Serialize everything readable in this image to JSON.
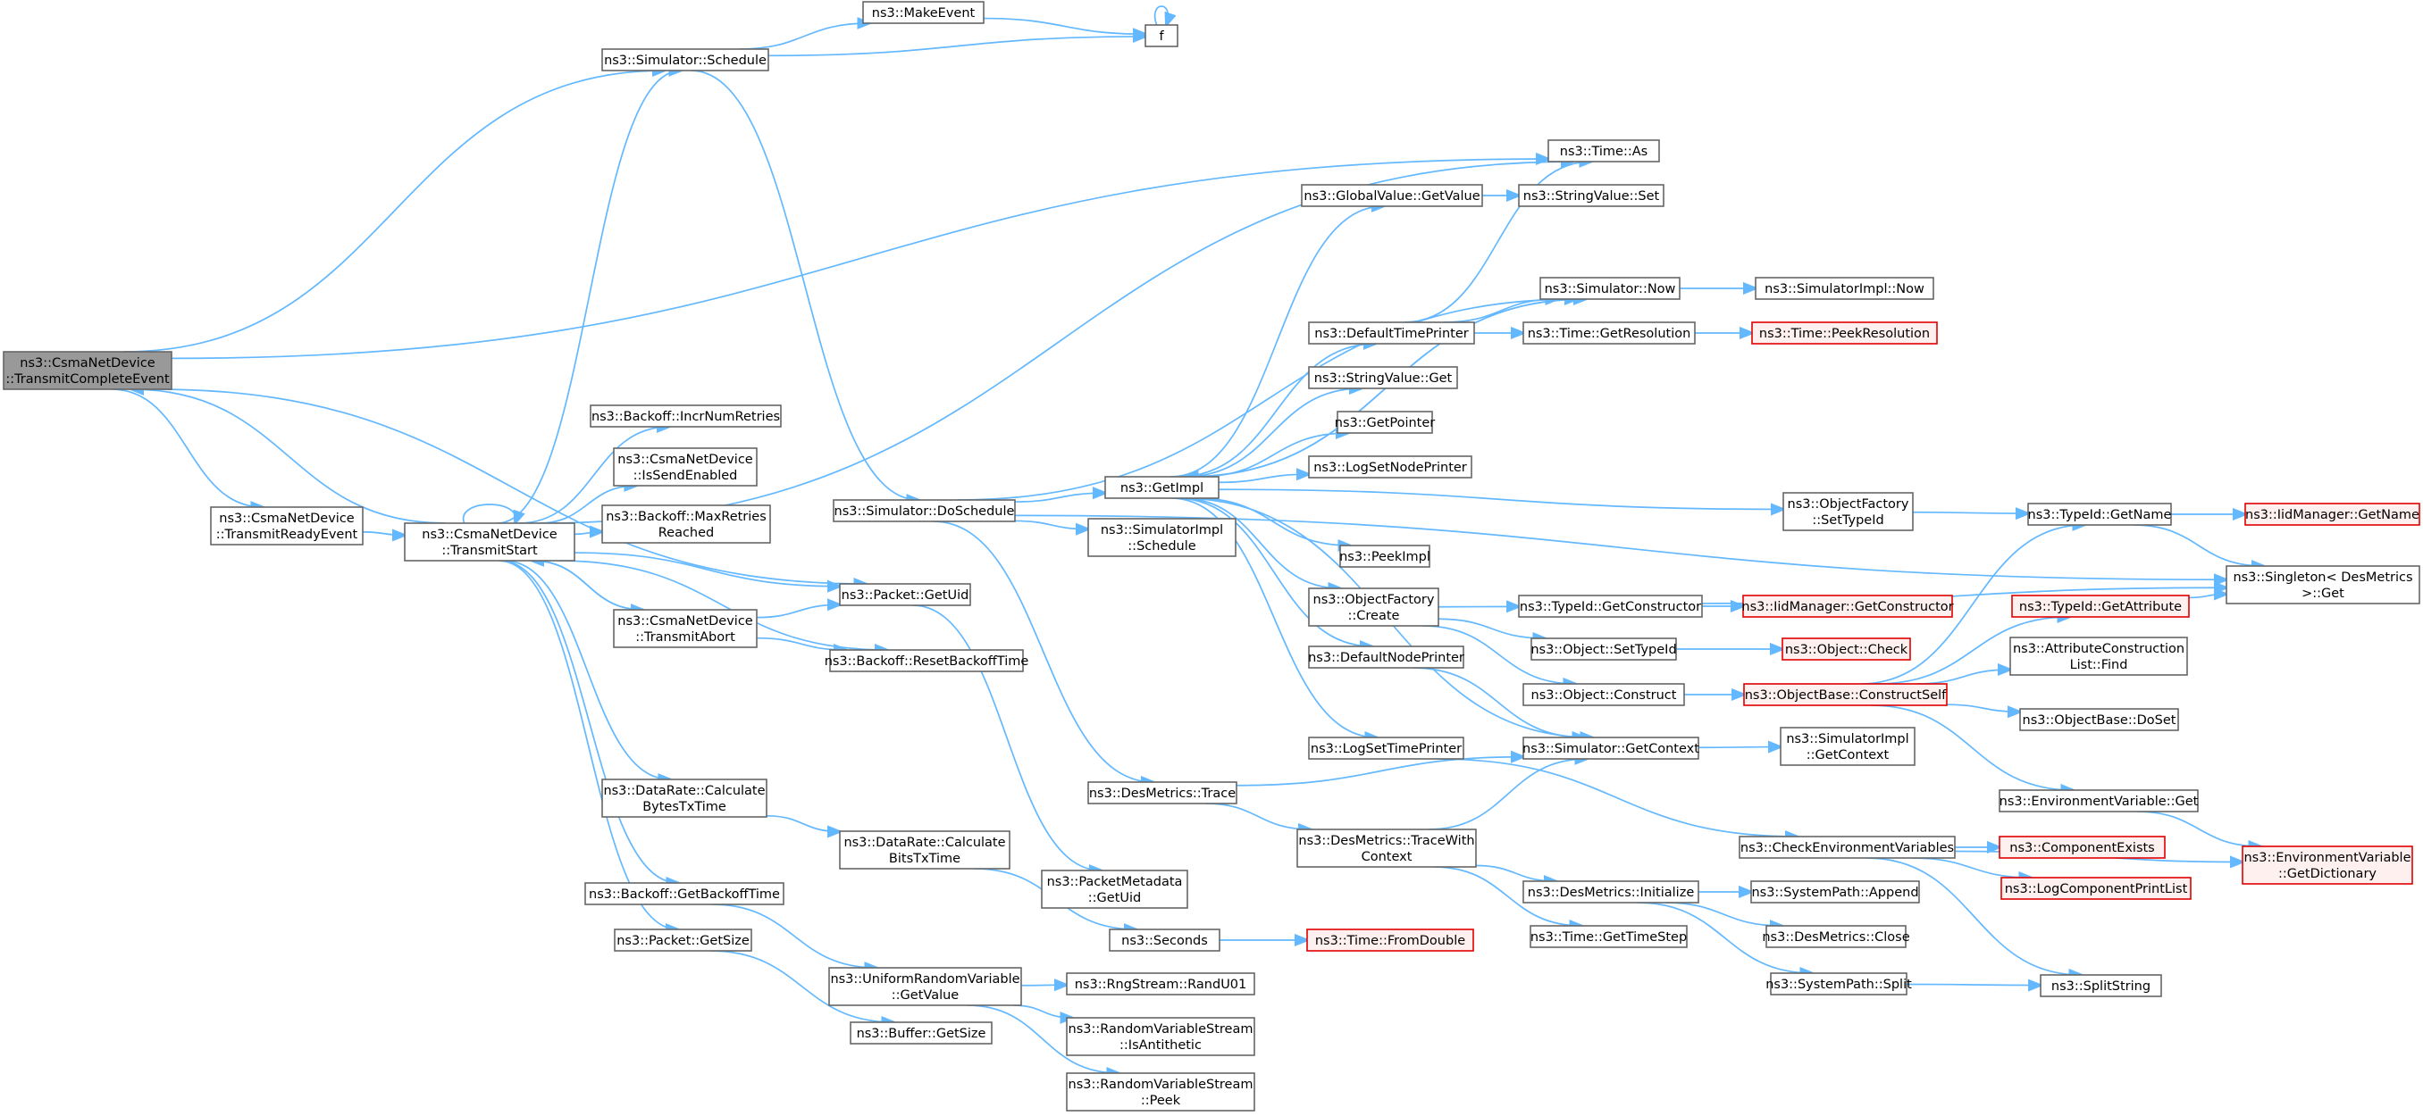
{
  "nodes": [
    {
      "id": "root",
      "lines": [
        "ns3::CsmaNetDevice",
        "::TransmitCompleteEvent"
      ],
      "style": "root"
    },
    {
      "id": "readyevt",
      "lines": [
        "ns3::CsmaNetDevice",
        "::TransmitReadyEvent"
      ]
    },
    {
      "id": "txstart",
      "lines": [
        "ns3::CsmaNetDevice",
        "::TransmitStart"
      ]
    },
    {
      "id": "schedule",
      "lines": [
        "ns3::Simulator::Schedule"
      ]
    },
    {
      "id": "makeevent",
      "lines": [
        "ns3::MakeEvent"
      ]
    },
    {
      "id": "f",
      "lines": [
        "f"
      ]
    },
    {
      "id": "timeas",
      "lines": [
        "ns3::Time::As"
      ]
    },
    {
      "id": "incr",
      "lines": [
        "ns3::Backoff::IncrNumRetries"
      ]
    },
    {
      "id": "issend",
      "lines": [
        "ns3::CsmaNetDevice",
        "::IsSendEnabled"
      ]
    },
    {
      "id": "maxret",
      "lines": [
        "ns3::Backoff::MaxRetries",
        "Reached"
      ]
    },
    {
      "id": "txabort",
      "lines": [
        "ns3::CsmaNetDevice",
        "::TransmitAbort"
      ]
    },
    {
      "id": "getuid",
      "lines": [
        "ns3::Packet::GetUid"
      ]
    },
    {
      "id": "resetbo",
      "lines": [
        "ns3::Backoff::ResetBackoffTime"
      ]
    },
    {
      "id": "calcbytes",
      "lines": [
        "ns3::DataRate::Calculate",
        "BytesTxTime"
      ]
    },
    {
      "id": "calcbits",
      "lines": [
        "ns3::DataRate::Calculate",
        "BitsTxTime"
      ]
    },
    {
      "id": "getbo",
      "lines": [
        "ns3::Backoff::GetBackoffTime"
      ]
    },
    {
      "id": "getsize",
      "lines": [
        "ns3::Packet::GetSize"
      ]
    },
    {
      "id": "bufsize",
      "lines": [
        "ns3::Buffer::GetSize"
      ]
    },
    {
      "id": "urvget",
      "lines": [
        "ns3::UniformRandomVariable",
        "::GetValue"
      ]
    },
    {
      "id": "randu01",
      "lines": [
        "ns3::RngStream::RandU01"
      ]
    },
    {
      "id": "isanti",
      "lines": [
        "ns3::RandomVariableStream",
        "::IsAntithetic"
      ]
    },
    {
      "id": "peek",
      "lines": [
        "ns3::RandomVariableStream",
        "::Peek"
      ]
    },
    {
      "id": "seconds",
      "lines": [
        "ns3::Seconds"
      ]
    },
    {
      "id": "fromdouble",
      "lines": [
        "ns3::Time::FromDouble"
      ],
      "style": "red"
    },
    {
      "id": "pmgetuid",
      "lines": [
        "ns3::PacketMetadata",
        "::GetUid"
      ]
    },
    {
      "id": "dmtrace",
      "lines": [
        "ns3::DesMetrics::Trace"
      ]
    },
    {
      "id": "dosched",
      "lines": [
        "ns3::Simulator::DoSchedule"
      ]
    },
    {
      "id": "getimpl",
      "lines": [
        "ns3::GetImpl"
      ]
    },
    {
      "id": "simimplsched",
      "lines": [
        "ns3::SimulatorImpl",
        "::Schedule"
      ]
    },
    {
      "id": "gvget",
      "lines": [
        "ns3::GlobalValue::GetValue"
      ]
    },
    {
      "id": "svset",
      "lines": [
        "ns3::StringValue::Set"
      ]
    },
    {
      "id": "simnow",
      "lines": [
        "ns3::Simulator::Now"
      ]
    },
    {
      "id": "simimplnow",
      "lines": [
        "ns3::SimulatorImpl::Now"
      ]
    },
    {
      "id": "deftp",
      "lines": [
        "ns3::DefaultTimePrinter"
      ]
    },
    {
      "id": "getres",
      "lines": [
        "ns3::Time::GetResolution"
      ]
    },
    {
      "id": "peekres",
      "lines": [
        "ns3::Time::PeekResolution"
      ],
      "style": "red"
    },
    {
      "id": "svget",
      "lines": [
        "ns3::StringValue::Get"
      ]
    },
    {
      "id": "getptr",
      "lines": [
        "ns3::GetPointer"
      ]
    },
    {
      "id": "lsnp",
      "lines": [
        "ns3::LogSetNodePrinter"
      ]
    },
    {
      "id": "peekimpl",
      "lines": [
        "ns3::PeekImpl"
      ]
    },
    {
      "id": "ofsettid",
      "lines": [
        "ns3::ObjectFactory",
        "::SetTypeId"
      ]
    },
    {
      "id": "tidgetname",
      "lines": [
        "ns3::TypeId::GetName"
      ]
    },
    {
      "id": "iidgetname",
      "lines": [
        "ns3::IidManager::GetName"
      ],
      "style": "red"
    },
    {
      "id": "singleton",
      "lines": [
        "ns3::Singleton< DesMetrics",
        ">::Get"
      ]
    },
    {
      "id": "ofcreate",
      "lines": [
        "ns3::ObjectFactory",
        "::Create"
      ]
    },
    {
      "id": "tidgetctor",
      "lines": [
        "ns3::TypeId::GetConstructor"
      ]
    },
    {
      "id": "iidgetctor",
      "lines": [
        "ns3::IidManager::GetConstructor"
      ],
      "style": "red"
    },
    {
      "id": "tidgetattr",
      "lines": [
        "ns3::TypeId::GetAttribute"
      ],
      "style": "red"
    },
    {
      "id": "objsettid",
      "lines": [
        "ns3::Object::SetTypeId"
      ]
    },
    {
      "id": "objcheck",
      "lines": [
        "ns3::Object::Check"
      ],
      "style": "red"
    },
    {
      "id": "defnp",
      "lines": [
        "ns3::DefaultNodePrinter"
      ]
    },
    {
      "id": "objconstruct",
      "lines": [
        "ns3::Object::Construct"
      ]
    },
    {
      "id": "obconstructself",
      "lines": [
        "ns3::ObjectBase::ConstructSelf"
      ],
      "style": "red"
    },
    {
      "id": "attrfind",
      "lines": [
        "ns3::AttributeConstruction",
        "List::Find"
      ]
    },
    {
      "id": "obdoset",
      "lines": [
        "ns3::ObjectBase::DoSet"
      ]
    },
    {
      "id": "lstp",
      "lines": [
        "ns3::LogSetTimePrinter"
      ]
    },
    {
      "id": "simgetctx",
      "lines": [
        "ns3::Simulator::GetContext"
      ]
    },
    {
      "id": "simimplgetctx",
      "lines": [
        "ns3::SimulatorImpl",
        "::GetContext"
      ]
    },
    {
      "id": "envget",
      "lines": [
        "ns3::EnvironmentVariable::Get"
      ]
    },
    {
      "id": "envgetdict",
      "lines": [
        "ns3::EnvironmentVariable",
        "::GetDictionary"
      ],
      "style": "red"
    },
    {
      "id": "dmtracewith",
      "lines": [
        "ns3::DesMetrics::TraceWith",
        "Context"
      ]
    },
    {
      "id": "checkenv",
      "lines": [
        "ns3::CheckEnvironmentVariables"
      ]
    },
    {
      "id": "compexists",
      "lines": [
        "ns3::ComponentExists"
      ],
      "style": "red"
    },
    {
      "id": "logcpl",
      "lines": [
        "ns3::LogComponentPrintList"
      ],
      "style": "red"
    },
    {
      "id": "dminit",
      "lines": [
        "ns3::DesMetrics::Initialize"
      ]
    },
    {
      "id": "spappend",
      "lines": [
        "ns3::SystemPath::Append"
      ]
    },
    {
      "id": "dmclose",
      "lines": [
        "ns3::DesMetrics::Close"
      ]
    },
    {
      "id": "timegetts",
      "lines": [
        "ns3::Time::GetTimeStep"
      ]
    },
    {
      "id": "spsplit",
      "lines": [
        "ns3::SystemPath::Split"
      ]
    },
    {
      "id": "splitstr",
      "lines": [
        "ns3::SplitString"
      ]
    }
  ],
  "edges": [
    [
      "root",
      "schedule"
    ],
    [
      "root",
      "timeas"
    ],
    [
      "root",
      "getuid"
    ],
    [
      "root",
      "readyevt"
    ],
    [
      "readyevt",
      "txstart"
    ],
    [
      "txstart",
      "root"
    ],
    [
      "txstart",
      "txstart"
    ],
    [
      "txstart",
      "schedule"
    ],
    [
      "txstart",
      "timeas"
    ],
    [
      "txstart",
      "incr"
    ],
    [
      "txstart",
      "issend"
    ],
    [
      "txstart",
      "maxret"
    ],
    [
      "txstart",
      "getuid"
    ],
    [
      "txstart",
      "txabort"
    ],
    [
      "txstart",
      "resetbo"
    ],
    [
      "txstart",
      "calcbytes"
    ],
    [
      "txstart",
      "getbo"
    ],
    [
      "txstart",
      "getsize"
    ],
    [
      "txabort",
      "txstart"
    ],
    [
      "txabort",
      "getuid"
    ],
    [
      "txabort",
      "resetbo"
    ],
    [
      "schedule",
      "makeevent"
    ],
    [
      "schedule",
      "f"
    ],
    [
      "schedule",
      "dosched"
    ],
    [
      "makeevent",
      "f"
    ],
    [
      "f",
      "f"
    ],
    [
      "getuid",
      "pmgetuid"
    ],
    [
      "calcbytes",
      "calcbits"
    ],
    [
      "calcbits",
      "seconds"
    ],
    [
      "seconds",
      "fromdouble"
    ],
    [
      "getbo",
      "urvget"
    ],
    [
      "getsize",
      "bufsize"
    ],
    [
      "urvget",
      "randu01"
    ],
    [
      "urvget",
      "isanti"
    ],
    [
      "urvget",
      "peek"
    ],
    [
      "dosched",
      "getimpl"
    ],
    [
      "dosched",
      "simimplsched"
    ],
    [
      "dosched",
      "dmtrace"
    ],
    [
      "dosched",
      "simnow"
    ],
    [
      "dosched",
      "singleton"
    ],
    [
      "dmtrace",
      "simgetctx"
    ],
    [
      "dmtrace",
      "dmtracewith"
    ],
    [
      "getimpl",
      "gvget"
    ],
    [
      "getimpl",
      "simnow"
    ],
    [
      "getimpl",
      "deftp"
    ],
    [
      "getimpl",
      "svget"
    ],
    [
      "getimpl",
      "getptr"
    ],
    [
      "getimpl",
      "lsnp"
    ],
    [
      "getimpl",
      "ofsettid"
    ],
    [
      "getimpl",
      "peekimpl"
    ],
    [
      "getimpl",
      "ofcreate"
    ],
    [
      "getimpl",
      "defnp"
    ],
    [
      "getimpl",
      "lstp"
    ],
    [
      "getimpl",
      "simgetctx"
    ],
    [
      "gvget",
      "svset"
    ],
    [
      "simnow",
      "simimplnow"
    ],
    [
      "simnow",
      "getimpl"
    ],
    [
      "deftp",
      "timeas"
    ],
    [
      "deftp",
      "simnow"
    ],
    [
      "deftp",
      "getres"
    ],
    [
      "getres",
      "peekres"
    ],
    [
      "ofsettid",
      "tidgetname"
    ],
    [
      "tidgetname",
      "iidgetname"
    ],
    [
      "tidgetname",
      "singleton"
    ],
    [
      "ofcreate",
      "tidgetctor"
    ],
    [
      "ofcreate",
      "objsettid"
    ],
    [
      "ofcreate",
      "objconstruct"
    ],
    [
      "tidgetctor",
      "iidgetctor"
    ],
    [
      "tidgetctor",
      "singleton"
    ],
    [
      "objsettid",
      "objcheck"
    ],
    [
      "objconstruct",
      "obconstructself"
    ],
    [
      "obconstructself",
      "tidgetname"
    ],
    [
      "obconstructself",
      "tidgetattr"
    ],
    [
      "obconstructself",
      "attrfind"
    ],
    [
      "obconstructself",
      "obdoset"
    ],
    [
      "obconstructself",
      "envget"
    ],
    [
      "tidgetattr",
      "singleton"
    ],
    [
      "defnp",
      "simgetctx"
    ],
    [
      "lstp",
      "checkenv"
    ],
    [
      "simgetctx",
      "simimplgetctx"
    ],
    [
      "envget",
      "envgetdict"
    ],
    [
      "dmtracewith",
      "simgetctx"
    ],
    [
      "dmtracewith",
      "dminit"
    ],
    [
      "dmtracewith",
      "timegetts"
    ],
    [
      "checkenv",
      "compexists"
    ],
    [
      "checkenv",
      "logcpl"
    ],
    [
      "checkenv",
      "envgetdict"
    ],
    [
      "checkenv",
      "splitstr"
    ],
    [
      "dminit",
      "spappend"
    ],
    [
      "dminit",
      "dmclose"
    ],
    [
      "dminit",
      "spsplit"
    ],
    [
      "spsplit",
      "splitstr"
    ]
  ]
}
